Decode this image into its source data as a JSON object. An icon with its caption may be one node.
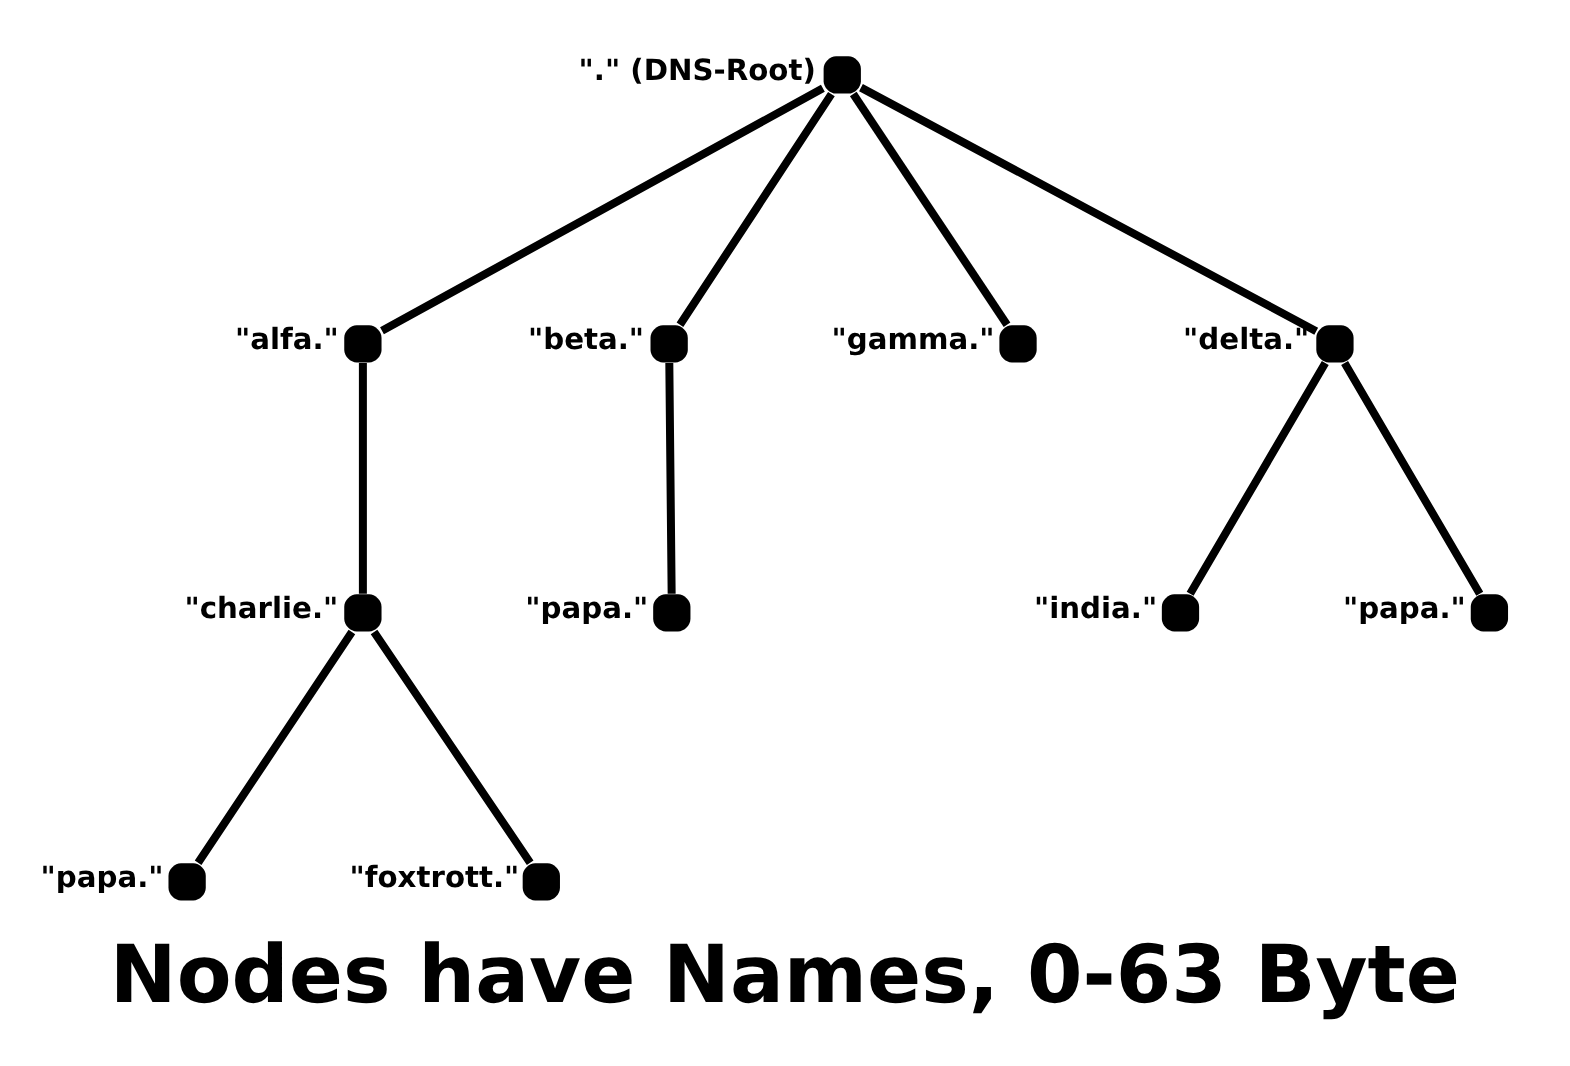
{
  "diagram": {
    "caption": "Nodes have Names, 0-63 Byte",
    "nodes": [
      {
        "text": [],
        "shape": "circle",
        "beside": [
          "\".\" (DNS-Root)"
        ]
      },
      {
        "text": [],
        "shape": "circle",
        "beside": [
          "\"alfa.\""
        ]
      },
      {
        "text": [],
        "shape": "circle",
        "beside": [
          "\"beta.\""
        ]
      },
      {
        "text": [],
        "shape": "circle",
        "beside": [
          "\"gamma.\""
        ]
      },
      {
        "text": [],
        "shape": "circle",
        "beside": [
          "\"delta.\""
        ]
      },
      {
        "text": [],
        "shape": "circle",
        "beside": [
          "\"charlie.\""
        ]
      },
      {
        "text": [],
        "shape": "circle",
        "beside": [
          "\"papa.\""
        ]
      },
      {
        "text": [],
        "shape": "circle",
        "beside": [
          "\"india.\""
        ]
      },
      {
        "text": [],
        "shape": "circle",
        "beside": [
          "\"papa.\""
        ]
      },
      {
        "text": [],
        "shape": "circle",
        "beside": [
          "\"papa.\""
        ]
      },
      {
        "text": [],
        "shape": "circle",
        "beside": [
          "\"foxtrott.\""
        ]
      }
    ],
    "edges": [
      {
        "from": 0,
        "to": 1,
        "arrow": "none"
      },
      {
        "from": 0,
        "to": 2,
        "arrow": "none"
      },
      {
        "from": 0,
        "to": 3,
        "arrow": "none"
      },
      {
        "from": 0,
        "to": 4,
        "arrow": "none"
      },
      {
        "from": 1,
        "to": 5,
        "arrow": "none"
      },
      {
        "from": 2,
        "to": 6,
        "arrow": "none"
      },
      {
        "from": 4,
        "to": 7,
        "arrow": "none"
      },
      {
        "from": 4,
        "to": 8,
        "arrow": "none"
      },
      {
        "from": 5,
        "to": 9,
        "arrow": "none"
      },
      {
        "from": 5,
        "to": 10,
        "arrow": "none"
      }
    ]
  }
}
